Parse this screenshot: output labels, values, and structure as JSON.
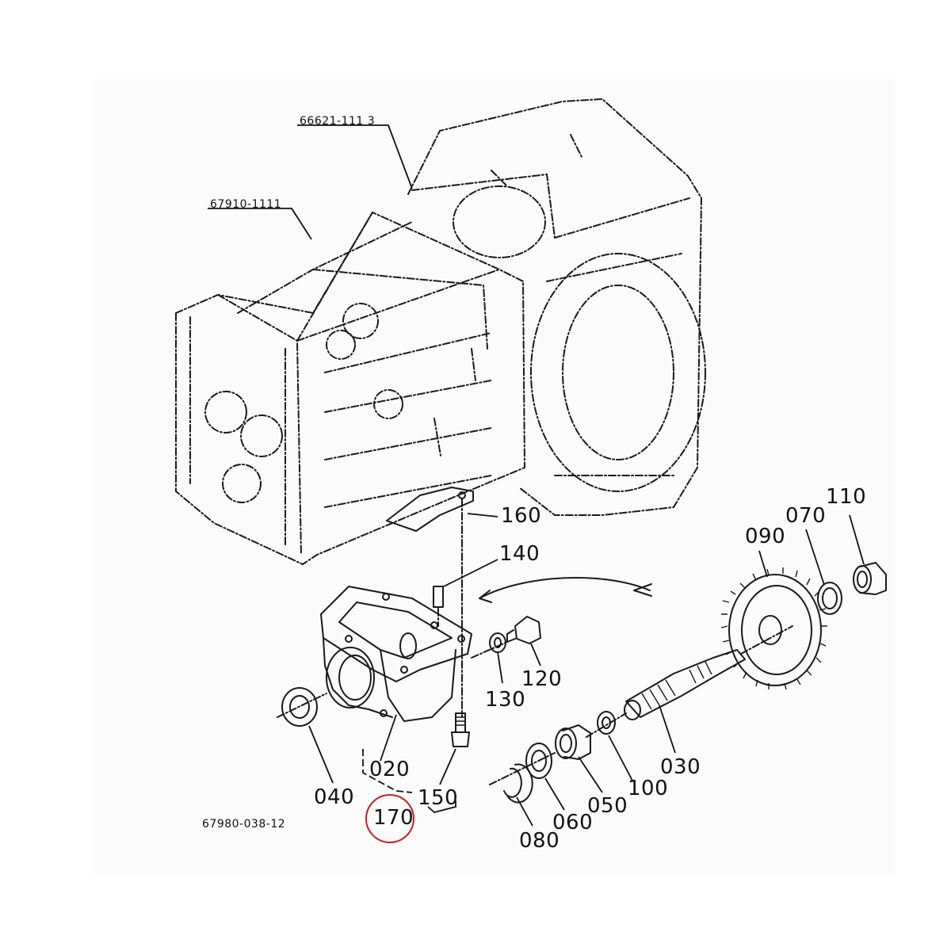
{
  "labels": {
    "p66621": "66621-111 3",
    "p67910": "67910-1111",
    "p160": "160",
    "p140": "140",
    "p090": "090",
    "p070": "070",
    "p110": "110",
    "p130": "130",
    "p120": "120",
    "p020": "020",
    "p030": "030",
    "p100": "100",
    "p050": "050",
    "p060": "060",
    "p080": "080",
    "p040": "040",
    "p150": "150",
    "p170": "170",
    "figure_code": "67980-038-12"
  },
  "highlight": {
    "target": "170",
    "color": "#c81e1e"
  }
}
